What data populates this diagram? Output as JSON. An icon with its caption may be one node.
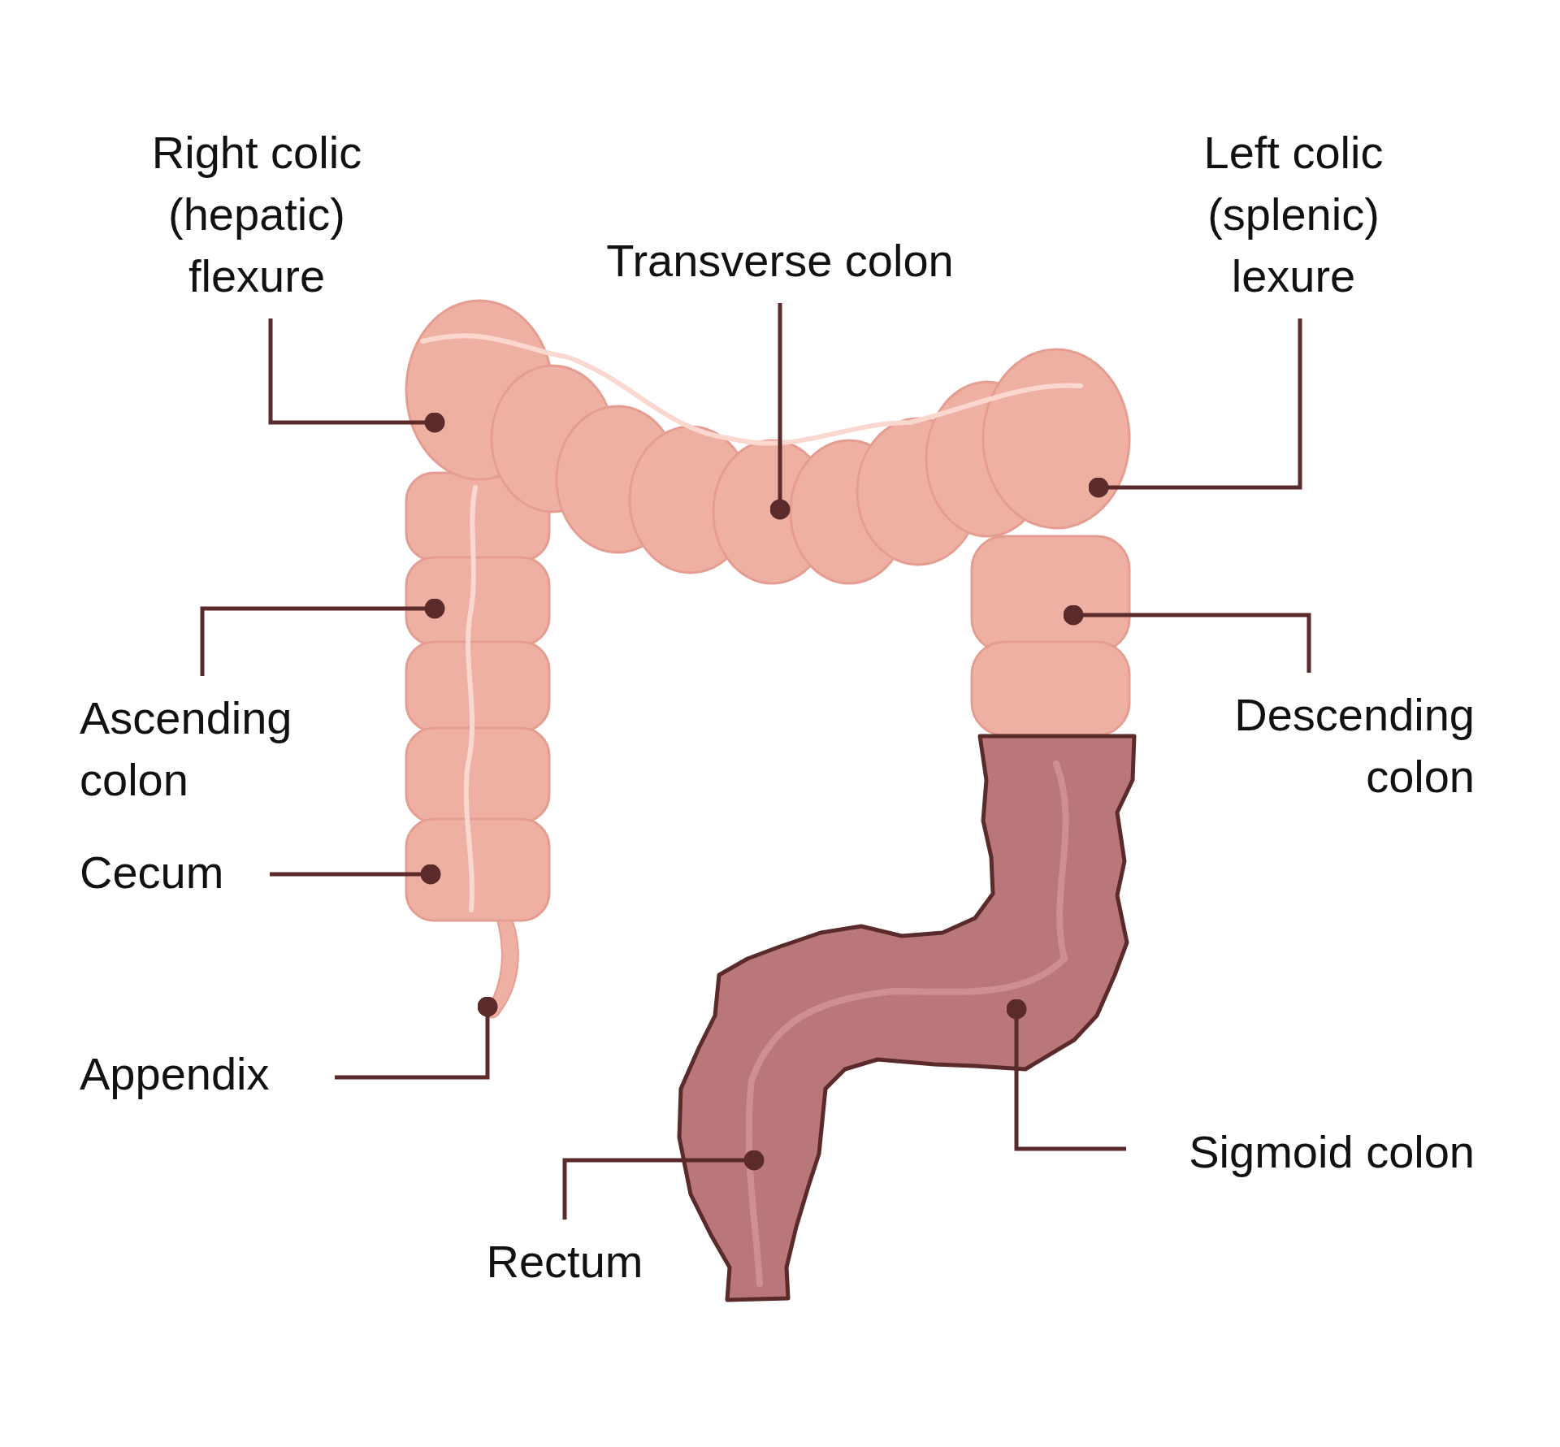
{
  "diagram": {
    "nodes": [
      {
        "text": [
          "Right colic (hepatic) flexure"
        ]
      },
      {
        "text": [
          "Transverse colon"
        ]
      },
      {
        "text": [
          "Left colic (splenic) lexure"
        ]
      },
      {
        "text": [
          "Ascending colon"
        ]
      },
      {
        "text": [
          "Descending colon"
        ]
      },
      {
        "text": [
          "Cecum"
        ]
      },
      {
        "text": [
          "Appendix"
        ]
      },
      {
        "text": [
          "Sigmoid colon"
        ]
      },
      {
        "text": [
          "Rectum"
        ]
      }
    ],
    "edges": [
      {
        "from": 0,
        "to": null,
        "arrow": "other"
      },
      {
        "from": 1,
        "to": null,
        "arrow": "other"
      },
      {
        "from": 2,
        "to": null,
        "arrow": "other"
      },
      {
        "from": 3,
        "to": null,
        "arrow": "other"
      },
      {
        "from": 4,
        "to": null,
        "arrow": "other"
      },
      {
        "from": 5,
        "to": null,
        "arrow": "other"
      },
      {
        "from": 6,
        "to": null,
        "arrow": "other"
      },
      {
        "from": 7,
        "to": null,
        "arrow": "other"
      },
      {
        "from": 8,
        "to": null,
        "arrow": "other"
      }
    ]
  }
}
